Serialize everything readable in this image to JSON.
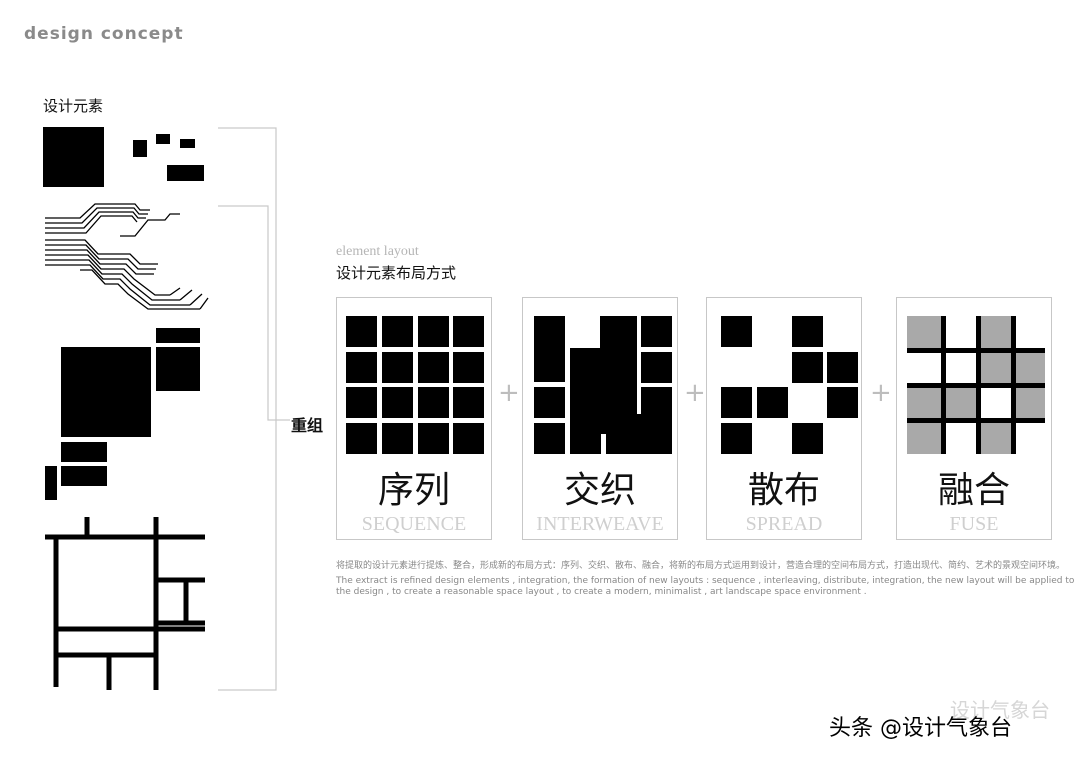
{
  "header": {
    "title": "design concept"
  },
  "elements_section": {
    "label": "设计元素"
  },
  "recombine": {
    "label": "重组"
  },
  "layout_section": {
    "subtitle_en": "element layout",
    "title_cn": "设计元素布局方式"
  },
  "panels": [
    {
      "cn": "序列",
      "en": "SEQUENCE"
    },
    {
      "cn": "交织",
      "en": "INTERWEAVE"
    },
    {
      "cn": "散布",
      "en": "SPREAD"
    },
    {
      "cn": "融合",
      "en": "FUSE"
    }
  ],
  "plus_sign": "+",
  "description": {
    "cn": "将提取的设计元素进行提炼、整合，形成新的布局方式：序列、交织、散布、融合，将新的布局方式运用到设计，营造合理的空间布局方式，打造出现代、简约、艺术的景观空间环境。",
    "en_line1": "The extract is refined design elements , integration, the formation of new layouts : sequence , interleaving, distribute, integration, the new layout will be applied to",
    "en_line2": "the design , to create a reasonable space layout , to create a modern, minimalist , art landscape space environment ."
  },
  "watermark": {
    "text": "头条 @设计气象台",
    "faint": "设计气象台"
  },
  "colors": {
    "ink": "#000000",
    "gray_fill": "#a9a9a9",
    "caption_gray": "#8a8a8a",
    "panel_border": "#c7c7c7"
  }
}
